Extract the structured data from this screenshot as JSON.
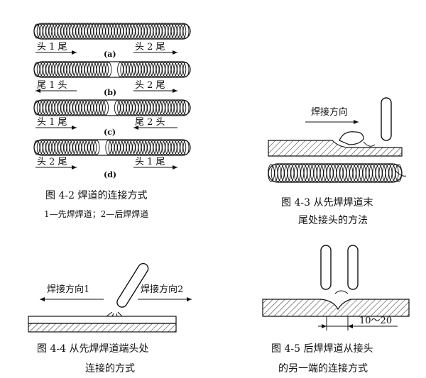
{
  "fig42": {
    "rows": [
      {
        "left_label": "头 1 尾",
        "right_label": "头 2 尾",
        "sub": "(a)"
      },
      {
        "left_label": "尾 1 头",
        "right_label": "头 2 尾",
        "sub": "(b)"
      },
      {
        "left_label": "头 1 尾",
        "right_label": "尾 2 头",
        "sub": "(c)"
      },
      {
        "left_label": "头 2 尾",
        "right_label": "头 1 尾",
        "sub": "(d)"
      }
    ],
    "caption": "图 4-2   焊道的连接方式",
    "caption2": "1—先焊焊道；2—后焊焊道"
  },
  "fig43": {
    "direction_label": "焊接方向",
    "caption_line1": "图 4-3   从先焊焊道末",
    "caption_line2": "尾处接头的方法"
  },
  "fig44": {
    "direction1": "焊接方向1",
    "direction2": "焊接方向2",
    "caption_line1": "图 4-4   从先焊焊道端头处",
    "caption_line2": "连接的方式"
  },
  "fig45": {
    "dimension": "10～20",
    "caption_line1": "图 4-5   后焊焊道从接头",
    "caption_line2": "的另一端的连接方式"
  }
}
